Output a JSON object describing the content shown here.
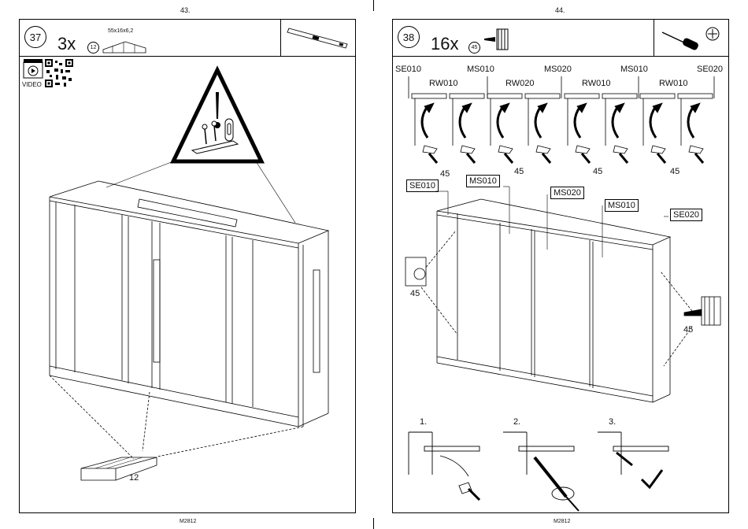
{
  "pages": {
    "left_number": "43.",
    "right_number": "44.",
    "footer_left": "M2812",
    "footer_right": "M2812"
  },
  "step37": {
    "step": "37",
    "quantity": "3x",
    "part_number": "12",
    "part_size": "55x16x6,2",
    "video_label": "VIDEO",
    "callout_part": "12",
    "icons": [
      "spirit-level-icon",
      "warning-icon",
      "qr-code-icon",
      "video-icon"
    ]
  },
  "step38": {
    "step": "38",
    "quantity": "16x",
    "part_number": "45",
    "top_labels": [
      "SE010",
      "MS010",
      "MS020",
      "MS010",
      "SE020"
    ],
    "rail_labels": [
      "RW010",
      "RW020",
      "RW010",
      "RW010"
    ],
    "screw_counts": [
      "45",
      "45",
      "45",
      "45"
    ],
    "panel_labels": [
      "SE010",
      "MS010",
      "MS020",
      "MS010",
      "SE020"
    ],
    "side_screws": [
      "45",
      "45"
    ],
    "substeps": [
      "1.",
      "2.",
      "3."
    ],
    "icons": [
      "screwdriver-icon",
      "screw-icon",
      "checkmark-icon"
    ]
  }
}
